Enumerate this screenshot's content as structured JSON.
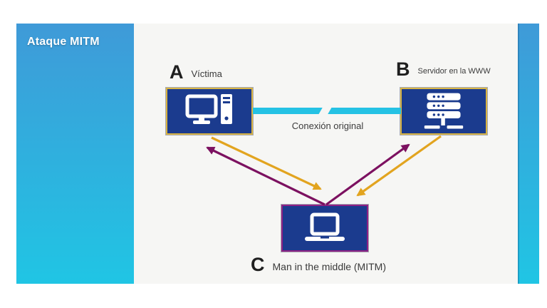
{
  "slide": {
    "sidebar_title": "Ataque MITM"
  },
  "diagram": {
    "node_a": {
      "letter": "A",
      "label": "Víctima",
      "icon": "desktop-computer-icon"
    },
    "node_b": {
      "letter": "B",
      "label": "Servidor en la WWW",
      "icon": "server-icon"
    },
    "node_c": {
      "letter": "C",
      "label": "Man in the middle (MITM)",
      "icon": "laptop-icon"
    },
    "connection_label": "Conexión original",
    "connection_state": "broken",
    "arrows": [
      {
        "name": "arrow-a-to-c",
        "from": "A",
        "to": "C",
        "color": "yellow"
      },
      {
        "name": "arrow-c-to-a",
        "from": "C",
        "to": "A",
        "color": "purple"
      },
      {
        "name": "arrow-b-to-c",
        "from": "B",
        "to": "C",
        "color": "yellow"
      },
      {
        "name": "arrow-c-to-b",
        "from": "C",
        "to": "B",
        "color": "purple"
      }
    ],
    "colors": {
      "node_fill": "#1b3b8e",
      "node_border_gold": "#d9b544",
      "node_border_purple": "#8e2185",
      "connection_line": "#25c2e4",
      "arrow_yellow": "#e2a41f",
      "arrow_purple": "#7c1160",
      "sidebar_gradient_top": "#3f9ad8",
      "sidebar_gradient_bottom": "#20c5e4"
    }
  }
}
